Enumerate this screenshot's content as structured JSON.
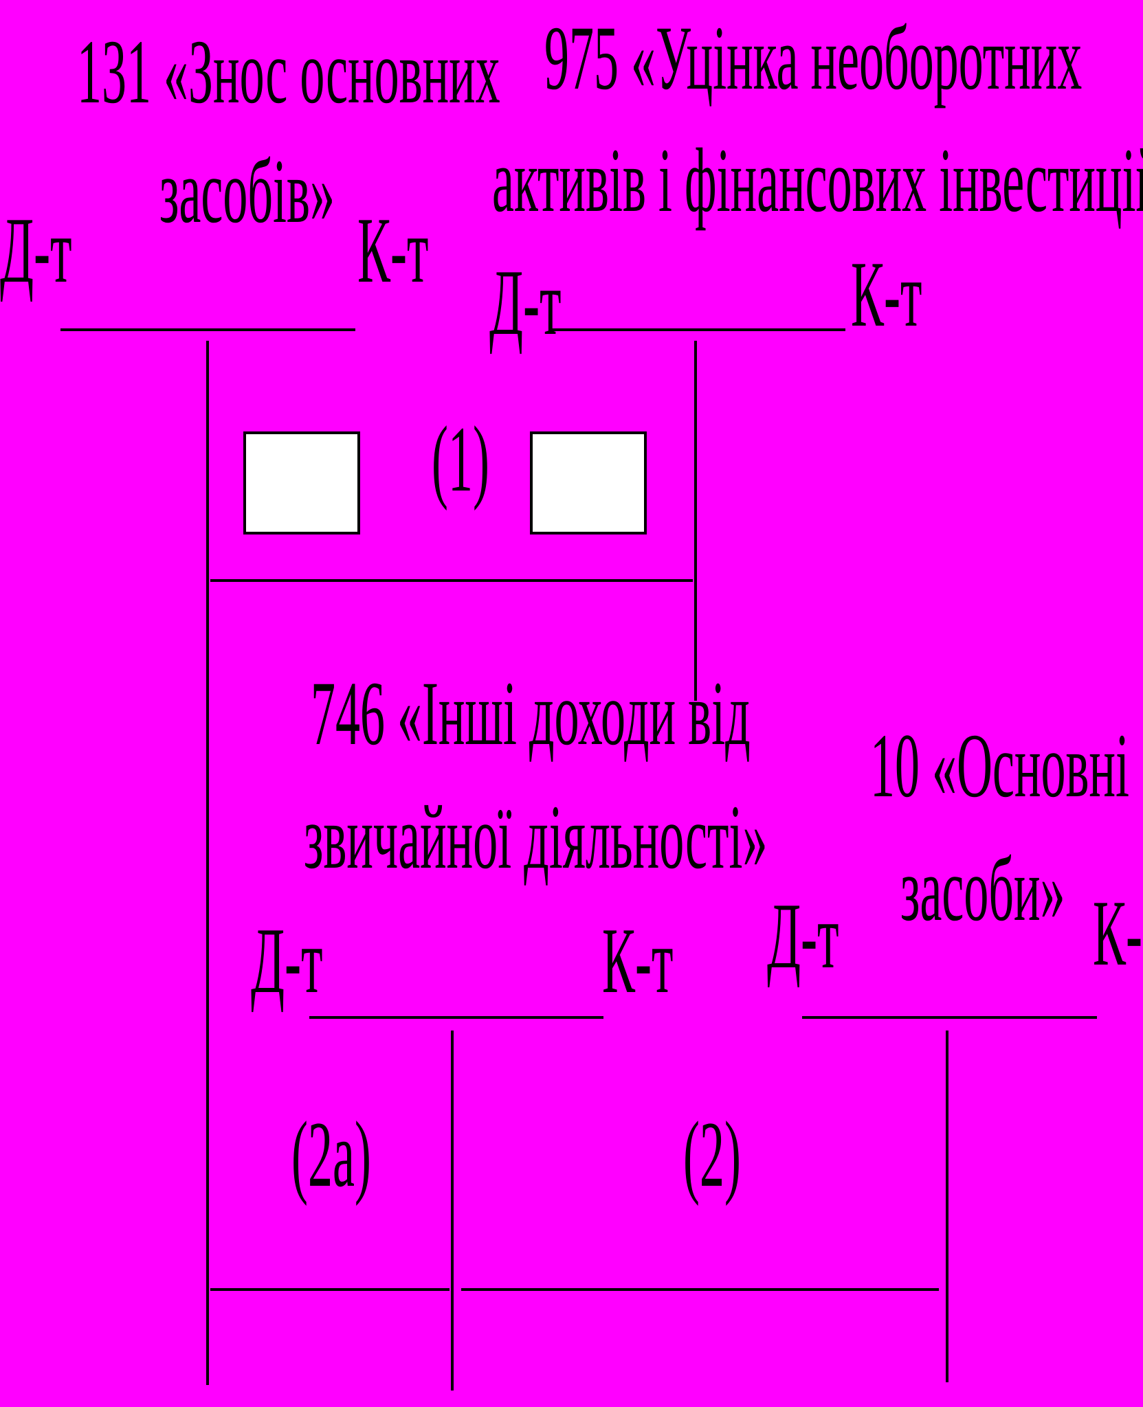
{
  "accounts": {
    "acc131": {
      "line1": "131 «Знос основних",
      "line2": "засобів»",
      "debit": "Д-т",
      "credit": "К-т"
    },
    "acc975": {
      "line1": "975 «Уцінка необоротних",
      "line2": "активів і фінансових інвестицій»",
      "debit": "Д-т",
      "credit": "К-т"
    },
    "acc746": {
      "line1": "746 «Інші доходи від",
      "line2": "звичайної діяльності»",
      "debit": "Д-т",
      "credit": "К-т"
    },
    "acc10": {
      "line1": "10 «Основні",
      "line2": "засоби»",
      "debit": "Д-т",
      "credit": "К-т"
    }
  },
  "operations": {
    "op1": "(1)",
    "op2a": "(2а)",
    "op2": "(2)"
  },
  "colors": {
    "background": "#ff00ff",
    "ink": "#000000",
    "box_fill": "#ffffff"
  }
}
